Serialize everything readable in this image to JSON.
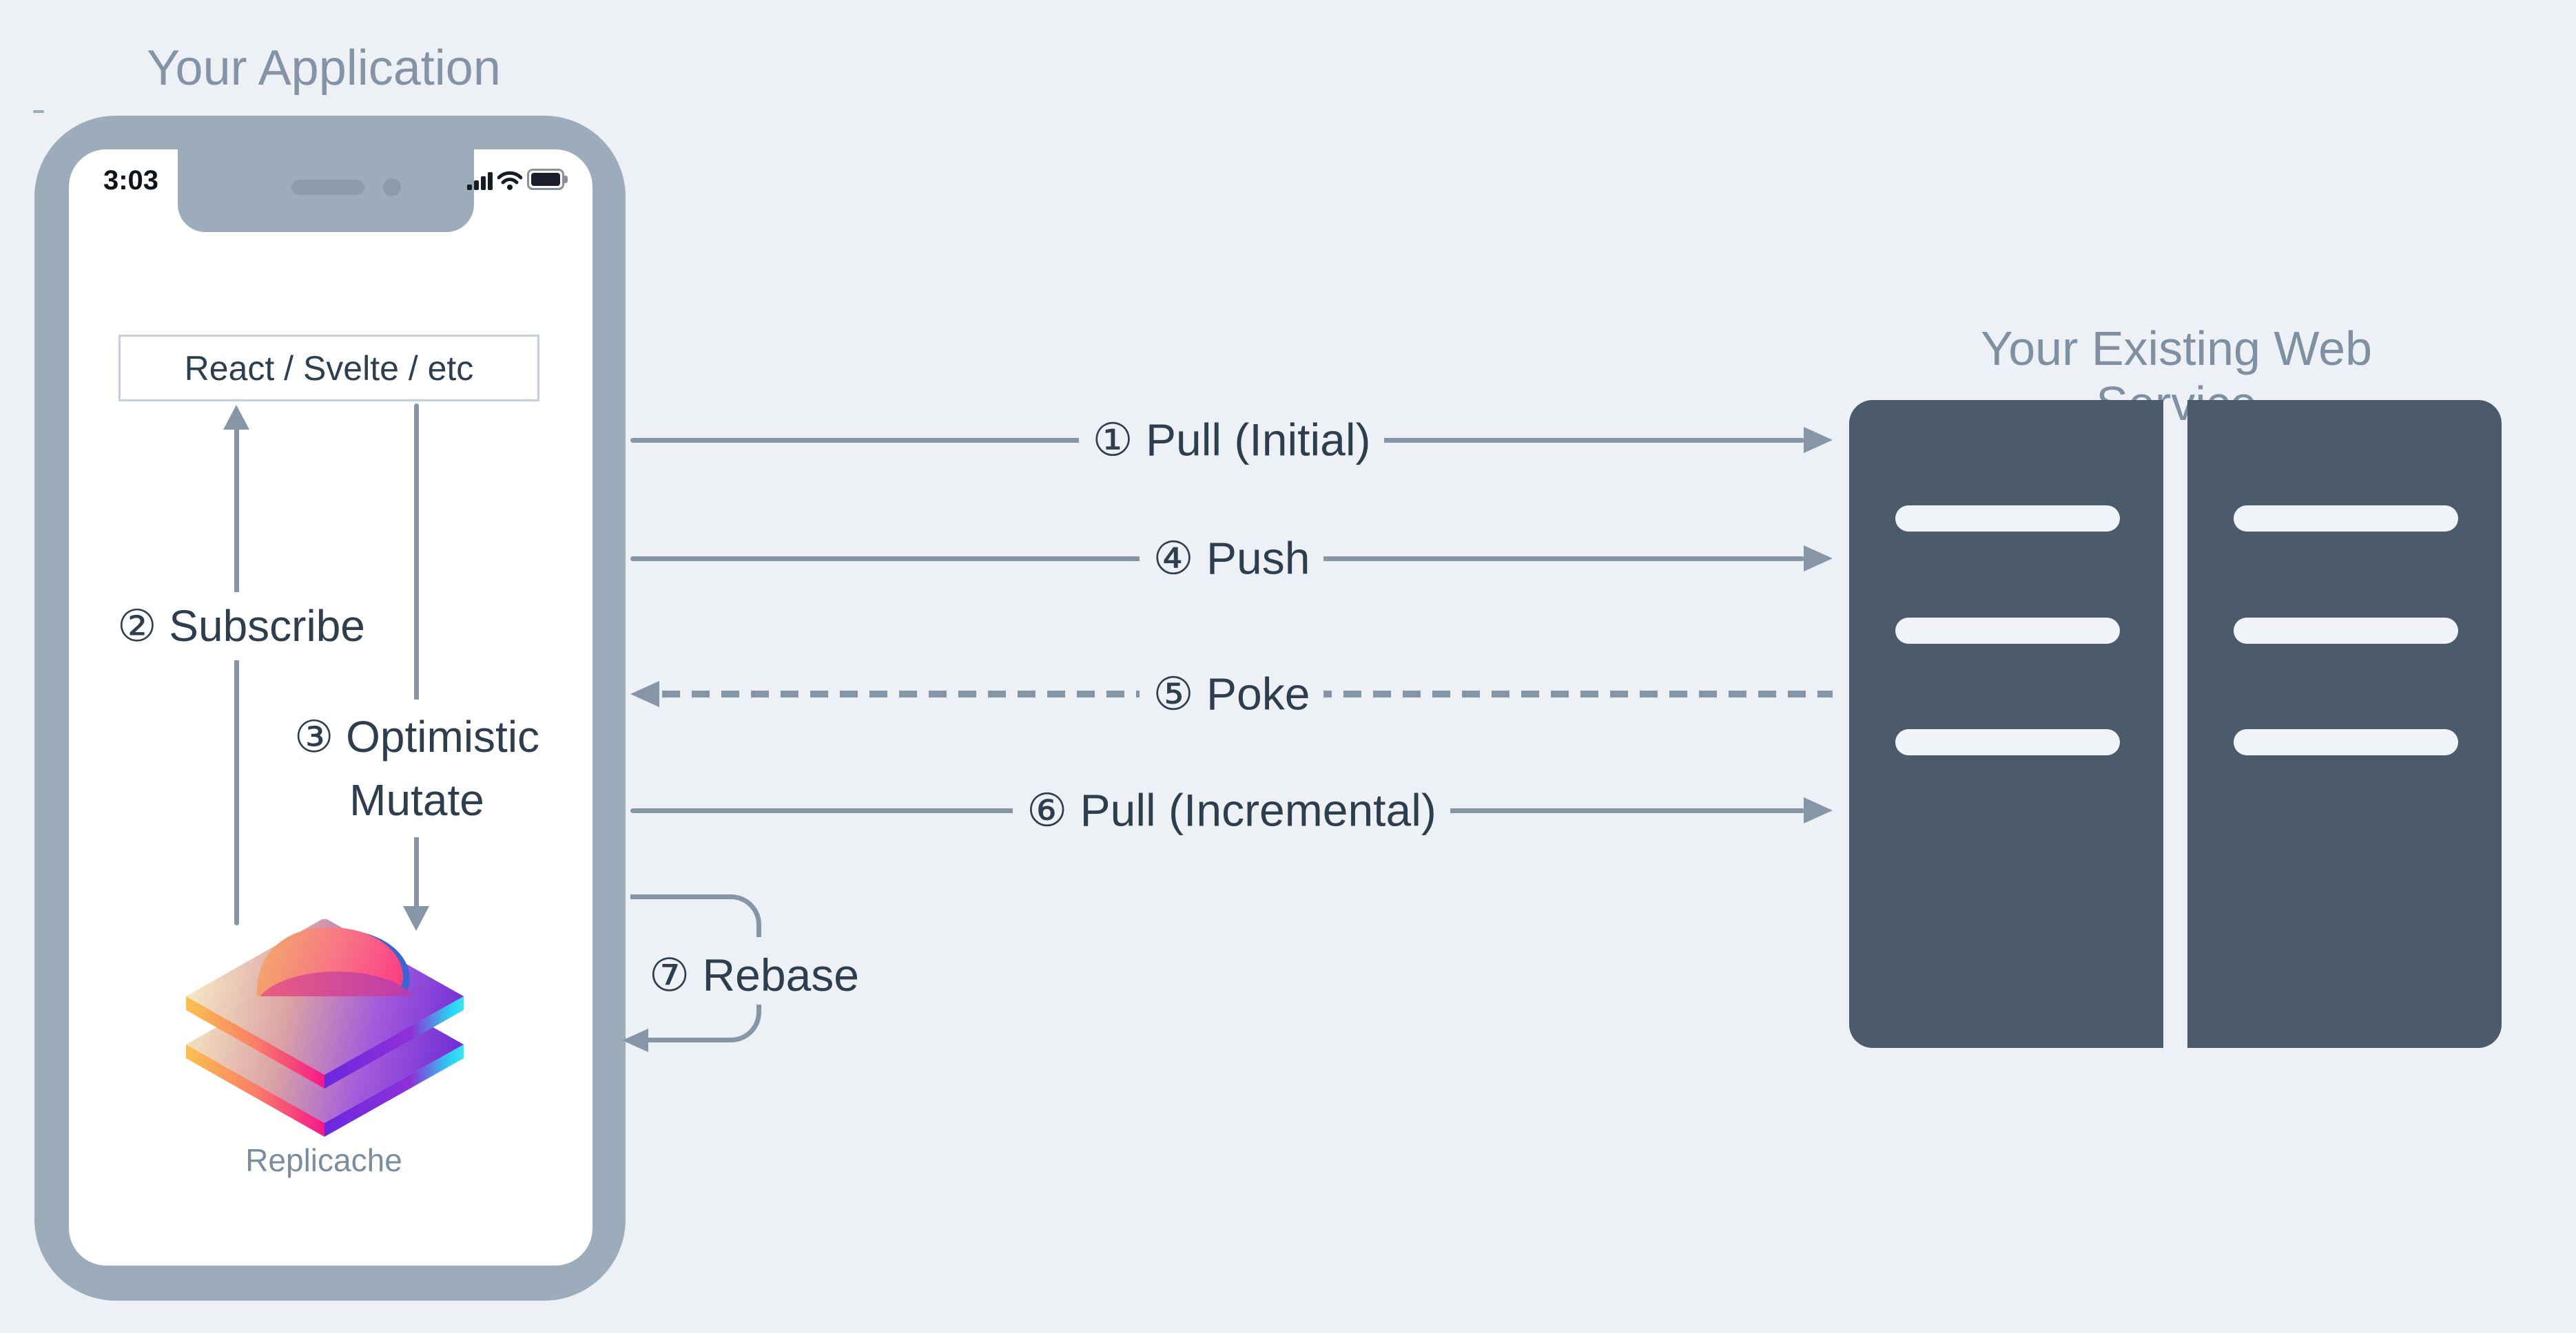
{
  "colors": {
    "background": "#EDF1F6",
    "phone_frame": "#9DACBB",
    "server_fill": "#4C5B6B",
    "arrow": "#8796A7",
    "label_text": "#2E3E4E",
    "muted_title": "#8493A6",
    "box_border": "#C5CFDA"
  },
  "app": {
    "title": "Your Application"
  },
  "service": {
    "title": "Your Existing Web Service"
  },
  "phone": {
    "status_time": "3:03",
    "framework_label": "React / Svelte / etc",
    "logo_caption": "Replicache"
  },
  "internal_flows": {
    "subscribe": "② Subscribe",
    "optimistic_line1": "③ Optimistic",
    "optimistic_line2": "Mutate"
  },
  "flows": [
    {
      "label": "① Pull (Initial)"
    },
    {
      "label": "④ Push"
    },
    {
      "label": "⑤ Poke"
    },
    {
      "label": "⑥ Pull (Incremental)"
    }
  ],
  "rebase": {
    "label": "⑦ Rebase"
  }
}
